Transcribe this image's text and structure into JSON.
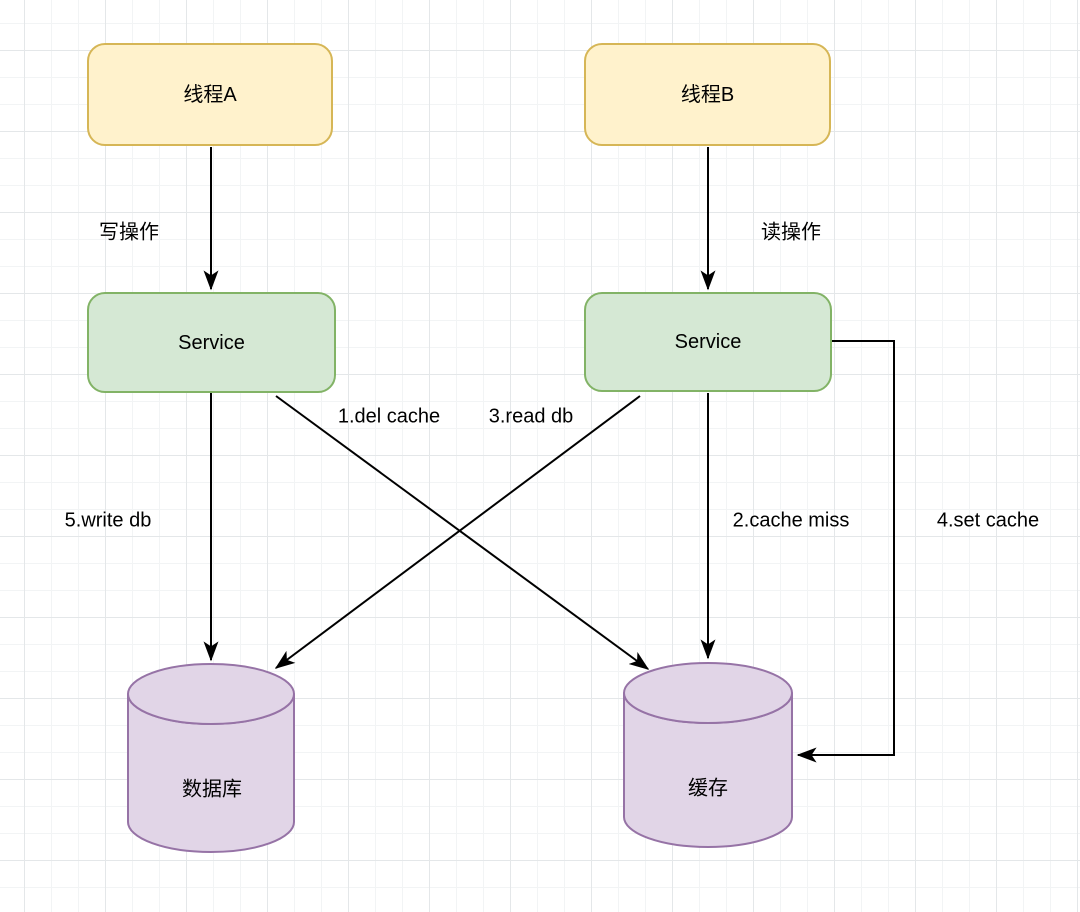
{
  "diagram": {
    "nodes": {
      "thread_a": {
        "label": "线程A"
      },
      "thread_b": {
        "label": "线程B"
      },
      "service_left": {
        "label": "Service"
      },
      "service_right": {
        "label": "Service"
      },
      "database": {
        "label": "数据库"
      },
      "cache": {
        "label": "缓存"
      }
    },
    "edge_labels": {
      "write_op": "写操作",
      "read_op": "读操作",
      "del_cache": "1.del cache",
      "cache_miss": "2.cache miss",
      "read_db": "3.read db",
      "set_cache": "4.set cache",
      "write_db": "5.write db"
    },
    "colors": {
      "thread_fill": "#FFF2CC",
      "thread_stroke": "#D6B656",
      "service_fill": "#D5E8D4",
      "service_stroke": "#82B366",
      "store_fill": "#E1D5E7",
      "store_stroke": "#9673A6",
      "edge": "#000000",
      "grid_minor": "#F2F4F5",
      "grid_major": "#E4E7E9"
    }
  }
}
